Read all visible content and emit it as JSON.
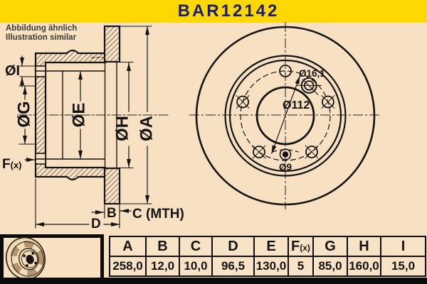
{
  "title": "BAR12142",
  "note": {
    "line1": "Abbildung ähnlich",
    "line2": "Illustration similar"
  },
  "colors": {
    "header_yellow": "#fed802",
    "background_cream": "#f8e1c2",
    "title_navy": "#1b1c74",
    "line_ink": "#141414"
  },
  "section_view": {
    "dim_i": "ØI",
    "dim_g": "ØG",
    "dim_e": "ØE",
    "dim_h": "ØH",
    "dim_a": "ØA",
    "dim_f": "F",
    "dim_f_sub": "(x)",
    "dim_b": "B",
    "dim_c": "C (MTH)",
    "dim_d": "D"
  },
  "front_view": {
    "bolt_hole_dia": "Ø16,1",
    "pitch_circle_dia": "Ø112",
    "pin_hole_dia": "Ø9"
  },
  "table": {
    "columns": [
      {
        "label": "A",
        "value": "258,0"
      },
      {
        "label": "B",
        "value": "12,0"
      },
      {
        "label": "C",
        "value": "10,0"
      },
      {
        "label": "D",
        "value": "96,5"
      },
      {
        "label": "E",
        "value": "130,0"
      },
      {
        "label": "F",
        "label_sub": "(x)",
        "value": "5"
      },
      {
        "label": "G",
        "value": "85,0"
      },
      {
        "label": "H",
        "value": "160,0"
      },
      {
        "label": "I",
        "value": "15,0"
      }
    ]
  }
}
